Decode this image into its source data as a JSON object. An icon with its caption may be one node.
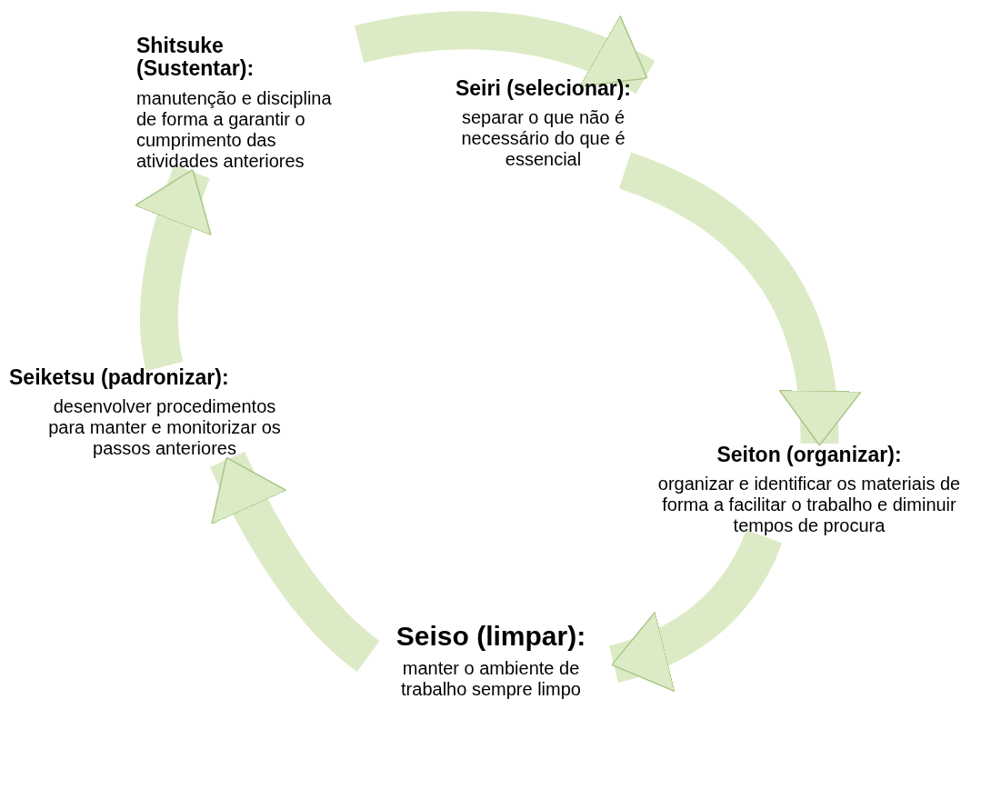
{
  "diagram": {
    "nodes": [
      {
        "text": [
          "Shitsuke (Sustentar):",
          "manutenção e disciplina de forma a garantir o cumprimento das atividades anteriores"
        ]
      },
      {
        "text": [
          "Seiri (selecionar):",
          "separar o que não é necessário do que é essencial"
        ]
      },
      {
        "text": [
          "Seiton (organizar):",
          "organizar e identificar os materiais de forma a facilitar o trabalho e diminuir tempos de procura"
        ]
      },
      {
        "text": [
          "Seiso (limpar):",
          "manter o ambiente de trabalho sempre limpo"
        ]
      },
      {
        "text": [
          "Seiketsu (padronizar):",
          "desenvolver procedimentos para manter e monitorizar os passos anteriores"
        ]
      }
    ],
    "edges": [
      {
        "from": 0,
        "to": 1,
        "arrow": "to"
      },
      {
        "from": 1,
        "to": 2,
        "arrow": "to"
      },
      {
        "from": 2,
        "to": 3,
        "arrow": "to"
      },
      {
        "from": 3,
        "to": 4,
        "arrow": "to"
      },
      {
        "from": 4,
        "to": 0,
        "arrow": "to"
      }
    ]
  }
}
